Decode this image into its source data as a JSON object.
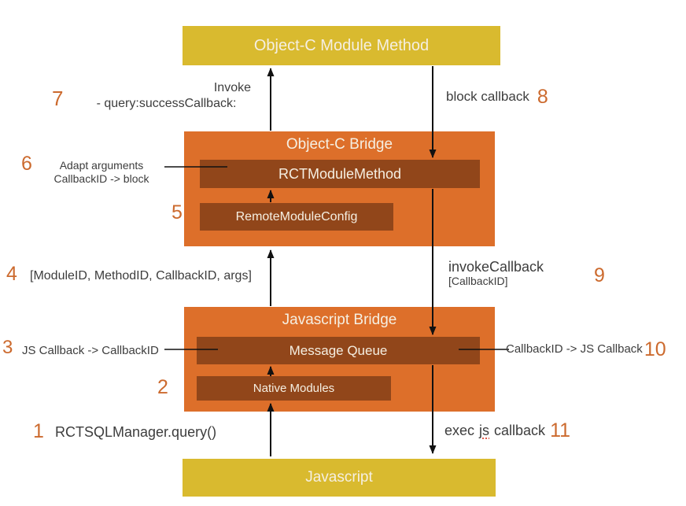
{
  "colors": {
    "yellow": "#d9ba2f",
    "orange": "#dd6f2a",
    "brown": "#91461a",
    "number-orange": "#cc6a2e",
    "text-dark": "#3d3d3d",
    "box-text": "#f5efe2"
  },
  "boxes": {
    "objc_module_method": {
      "label": "Object-C Module Method"
    },
    "objc_bridge": {
      "label": "Object-C Bridge"
    },
    "rct_module_method": {
      "label": "RCTModuleMethod"
    },
    "remote_module_config": {
      "label": "RemoteModuleConfig"
    },
    "js_bridge": {
      "label": "Javascript Bridge"
    },
    "message_queue": {
      "label": "Message Queue"
    },
    "native_modules": {
      "label": "Native Modules"
    },
    "javascript": {
      "label": "Javascript"
    }
  },
  "steps": {
    "s1": {
      "num": "1",
      "text": "RCTSQLManager.query()"
    },
    "s2": {
      "num": "2"
    },
    "s3": {
      "num": "3",
      "text": "JS Callback -> CallbackID"
    },
    "s4": {
      "num": "4",
      "text": "[ModuleID, MethodID, CallbackID, args]"
    },
    "s5": {
      "num": "5"
    },
    "s6": {
      "num": "6",
      "line1": "Adapt arguments",
      "line2": "CallbackID -> block"
    },
    "s7": {
      "num": "7",
      "line1": "Invoke",
      "line2": "- query:successCallback:"
    },
    "s8": {
      "num": "8",
      "text": "block callback"
    },
    "s9": {
      "num": "9",
      "line1": "invokeCallback",
      "line2": "[CallbackID]"
    },
    "s10": {
      "num": "10",
      "text": "CallbackID -> JS Callback"
    },
    "s11": {
      "num": "11",
      "word1": "exec",
      "word2": "js",
      "word3": "callback"
    }
  }
}
